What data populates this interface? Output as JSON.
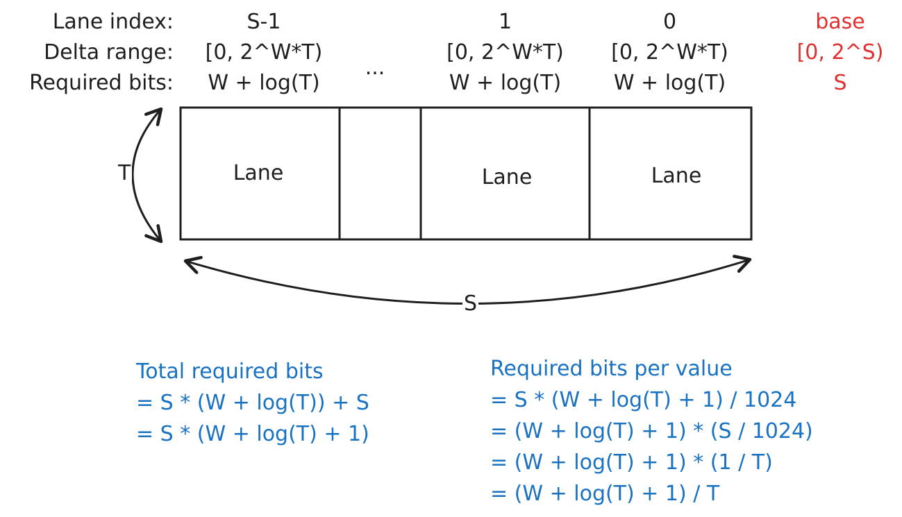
{
  "rows": {
    "lane_index_label": "Lane index:",
    "delta_range_label": "Delta range:",
    "required_bits_label": "Required bits:"
  },
  "columns": [
    {
      "lane_index": "S-1",
      "delta_range": "[0, 2^W*T)",
      "required_bits": "W + log(T)"
    },
    {
      "lane_index": "",
      "delta_range": "...",
      "required_bits": ""
    },
    {
      "lane_index": "1",
      "delta_range": "[0, 2^W*T)",
      "required_bits": "W + log(T)"
    },
    {
      "lane_index": "0",
      "delta_range": "[0, 2^W*T)",
      "required_bits": "W + log(T)"
    }
  ],
  "base": {
    "lane_index": "base",
    "delta_range": "[0, 2^S)",
    "required_bits": "S",
    "color": "#e03131"
  },
  "lanes": {
    "lane_label": "Lane"
  },
  "dimensions": {
    "height_label": "T",
    "width_label": "S"
  },
  "total_bits": {
    "title": "Total required bits",
    "lines": [
      "= S * (W + log(T)) + S",
      "= S * (W + log(T) + 1)"
    ],
    "color": "#1971c2"
  },
  "per_value_bits": {
    "title": "Required bits per value",
    "lines": [
      "= S * (W + log(T) + 1) / 1024",
      "= (W + log(T) + 1) * (S / 1024)",
      "= (W + log(T) + 1) * (1 / T)",
      "= (W + log(T) + 1) / T"
    ],
    "color": "#1971c2"
  }
}
